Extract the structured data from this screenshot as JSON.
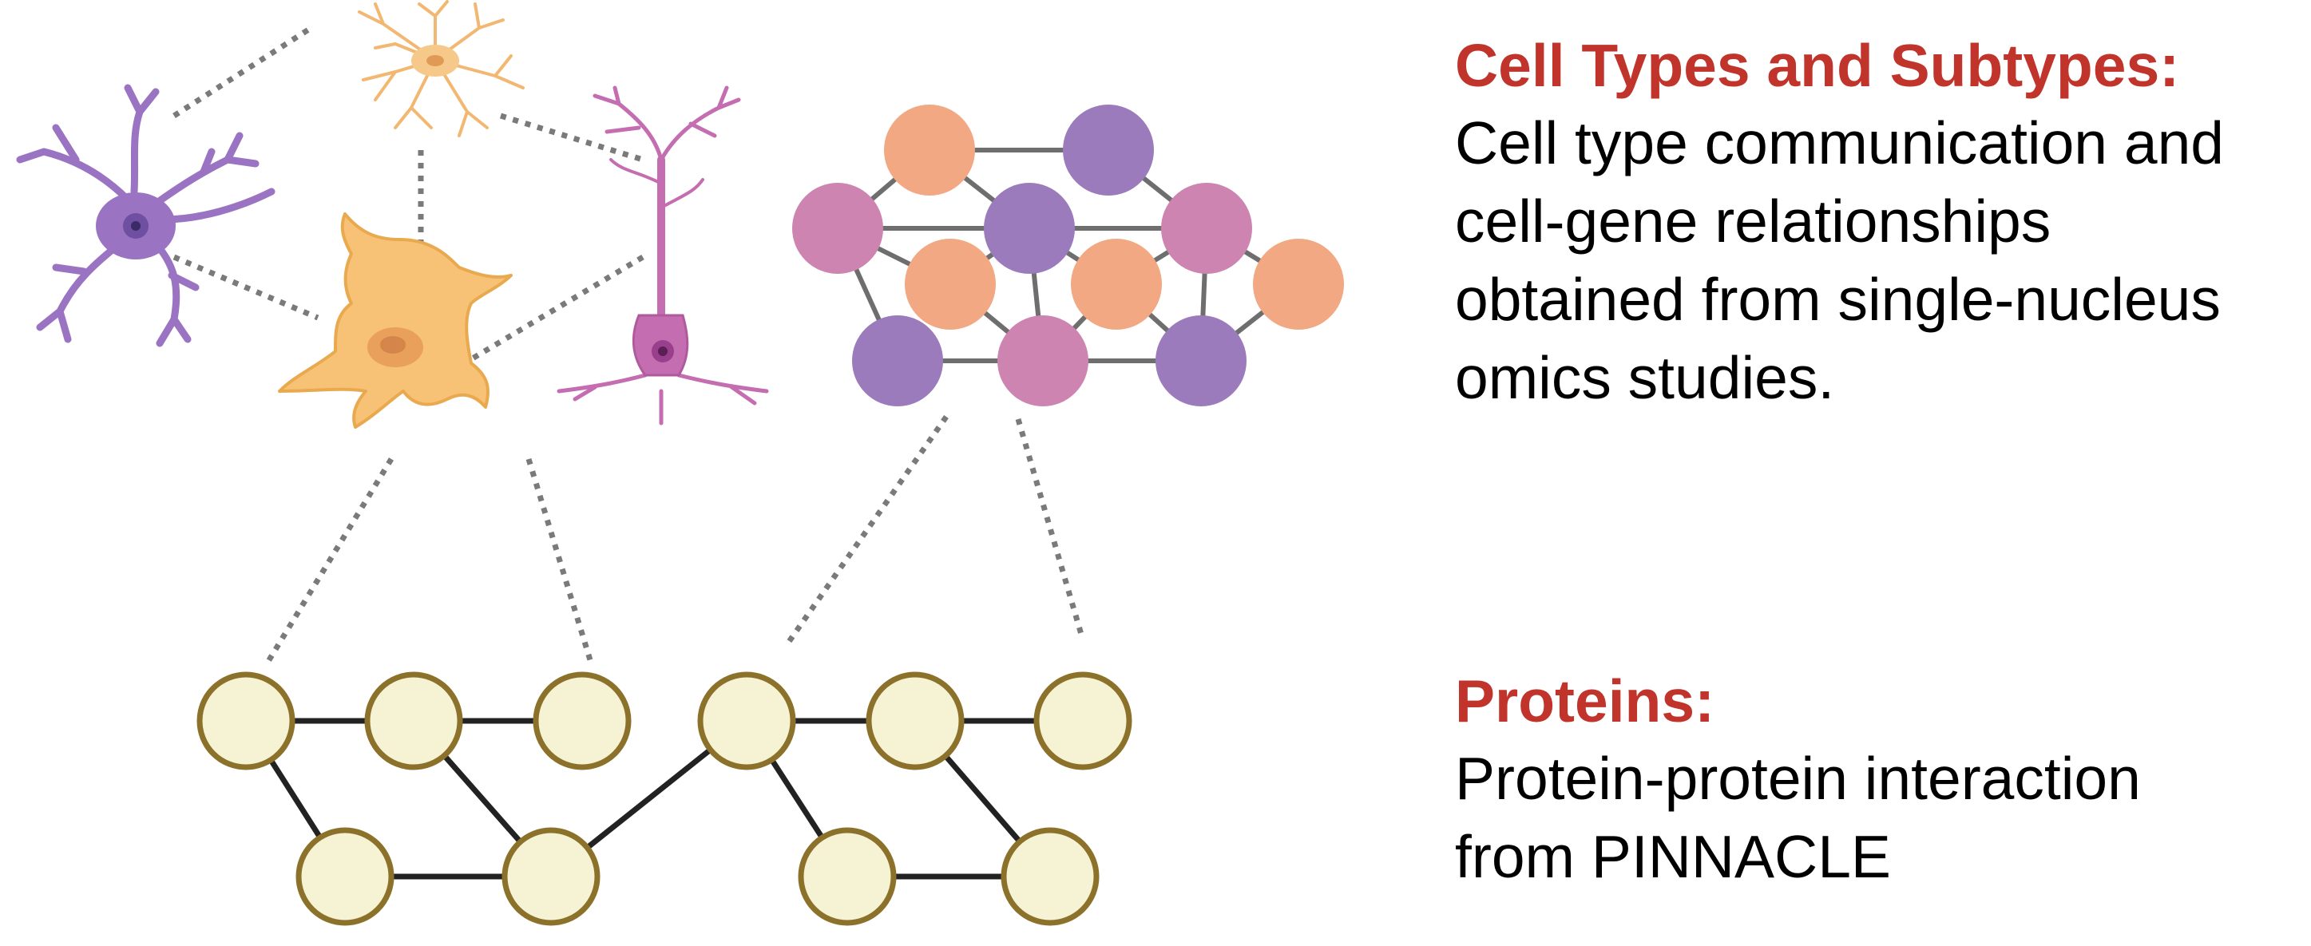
{
  "colors": {
    "heading": "#C1342B",
    "purple_node": "#9B7BBC",
    "orange_node": "#F2A882",
    "pink_node": "#CE84B0",
    "protein_fill": "#F6F2D4",
    "protein_stroke": "#8B7129",
    "edge_gray": "#6E6E6E",
    "edge_dark": "#222222",
    "dotted": "#7A7A7A",
    "neuron_purple": "#9A73C2",
    "astro_orange": "#F4C06E",
    "pyramidal_pink": "#C46DB0"
  },
  "cell_illustrations": [
    {
      "icon": "purple-multipolar-neuron"
    },
    {
      "icon": "orange-astrocyte-small"
    },
    {
      "icon": "orange-glial-cell"
    },
    {
      "icon": "pink-pyramidal-neuron"
    }
  ],
  "cell_network": {
    "nodes": [
      {
        "id": "c1",
        "type": "orange"
      },
      {
        "id": "c2",
        "type": "purple"
      },
      {
        "id": "c3",
        "type": "pink"
      },
      {
        "id": "c4",
        "type": "purple"
      },
      {
        "id": "c5",
        "type": "pink"
      },
      {
        "id": "c6",
        "type": "orange"
      },
      {
        "id": "c7",
        "type": "orange"
      },
      {
        "id": "c8",
        "type": "orange"
      },
      {
        "id": "c9",
        "type": "purple"
      },
      {
        "id": "c10",
        "type": "pink"
      },
      {
        "id": "c11",
        "type": "purple"
      }
    ],
    "edges": [
      [
        "c1",
        "c2"
      ],
      [
        "c1",
        "c3"
      ],
      [
        "c1",
        "c4"
      ],
      [
        "c2",
        "c5"
      ],
      [
        "c3",
        "c4"
      ],
      [
        "c4",
        "c5"
      ],
      [
        "c3",
        "c6"
      ],
      [
        "c3",
        "c9"
      ],
      [
        "c4",
        "c6"
      ],
      [
        "c4",
        "c7"
      ],
      [
        "c4",
        "c10"
      ],
      [
        "c5",
        "c7"
      ],
      [
        "c5",
        "c8"
      ],
      [
        "c6",
        "c10"
      ],
      [
        "c7",
        "c10"
      ],
      [
        "c7",
        "c11"
      ],
      [
        "c5",
        "c11"
      ],
      [
        "c8",
        "c11"
      ],
      [
        "c9",
        "c10"
      ],
      [
        "c10",
        "c11"
      ]
    ]
  },
  "protein_network": {
    "nodes": [
      "p1",
      "p2",
      "p3",
      "p4",
      "p5",
      "p6",
      "p7",
      "p8",
      "p9",
      "p10"
    ],
    "edges": [
      [
        "p1",
        "p2"
      ],
      [
        "p2",
        "p3"
      ],
      [
        "p1",
        "p7"
      ],
      [
        "p2",
        "p8"
      ],
      [
        "p7",
        "p8"
      ],
      [
        "p8",
        "p4"
      ],
      [
        "p4",
        "p5"
      ],
      [
        "p5",
        "p6"
      ],
      [
        "p4",
        "p9"
      ],
      [
        "p5",
        "p10"
      ],
      [
        "p9",
        "p10"
      ]
    ]
  },
  "text": {
    "cell_heading": "Cell Types and Subtypes:",
    "cell_lines": [
      "Cell type communication and",
      "cell-gene relationships",
      "obtained from single-nucleus",
      "omics studies."
    ],
    "protein_heading": "Proteins:",
    "protein_lines": [
      "Protein-protein interaction",
      "from PINNACLE"
    ]
  }
}
